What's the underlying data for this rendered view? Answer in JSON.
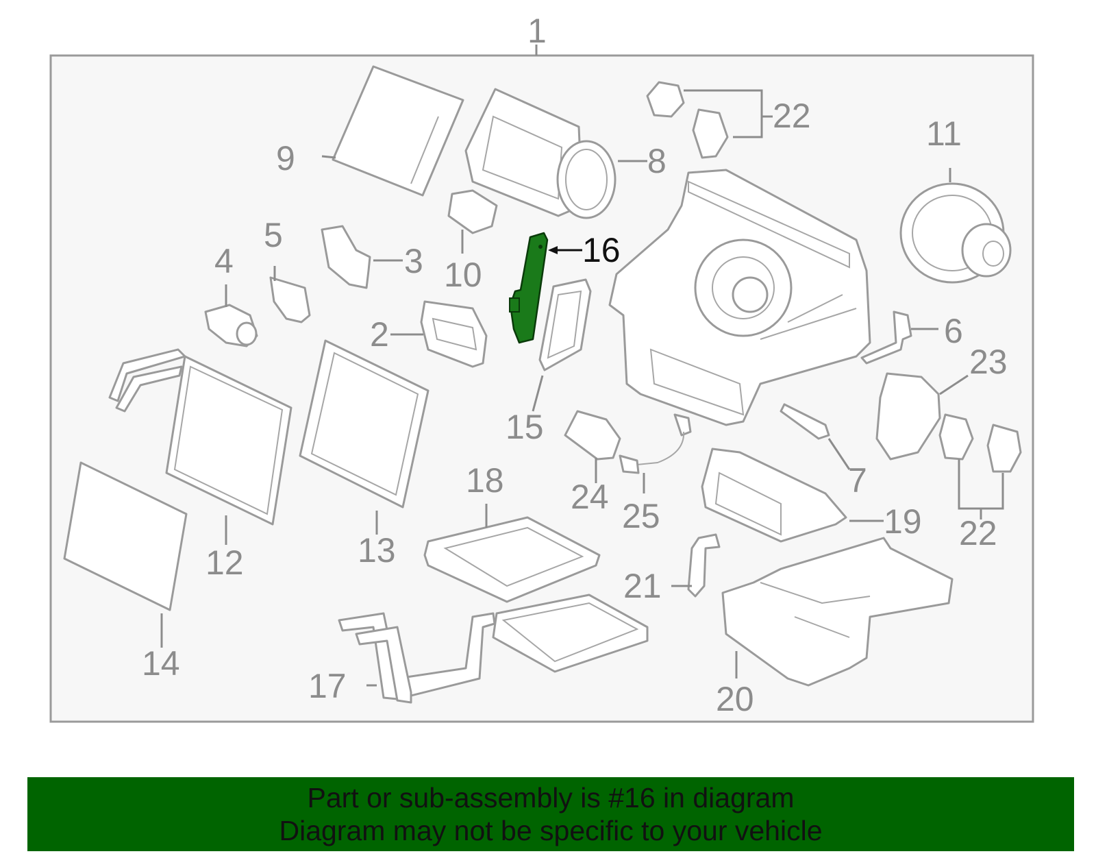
{
  "labels": {
    "n1": "1",
    "n2": "2",
    "n3": "3",
    "n4": "4",
    "n5": "5",
    "n6": "6",
    "n7": "7",
    "n8": "8",
    "n9": "9",
    "n10": "10",
    "n11": "11",
    "n12": "12",
    "n13": "13",
    "n14": "14",
    "n15": "15",
    "n16": "16",
    "n17": "17",
    "n18": "18",
    "n19": "19",
    "n20": "20",
    "n21": "21",
    "n22a": "22",
    "n22b": "22",
    "n23": "23",
    "n24": "24",
    "n25": "25"
  },
  "banner": {
    "line1": "Part or sub-assembly is #16 in diagram",
    "line2": "Diagram may not be specific to your vehicle"
  },
  "colors": {
    "highlight": "#1a7a1a",
    "banner": "#006400",
    "panel": "#f7f7f7",
    "line": "#9a9a9a"
  }
}
